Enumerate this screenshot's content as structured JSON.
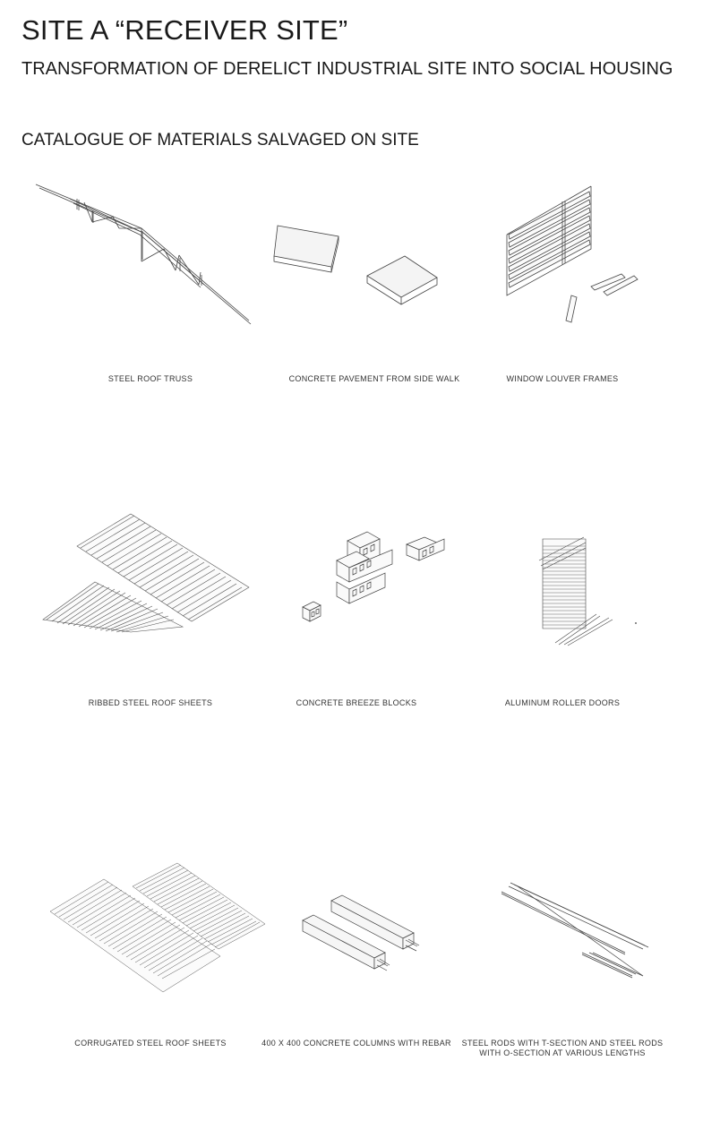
{
  "header": {
    "title": "SITE A  “RECEIVER SITE”",
    "subtitle": "TRANSFORMATION OF DERELICT  INDUSTRIAL SITE INTO SOCIAL HOUSING",
    "section": "CATALOGUE OF MATERIALS SALVAGED ON SITE"
  },
  "catalogue": {
    "items": [
      {
        "caption": "STEEL ROOF TRUSS",
        "icon": "steel-roof-truss-icon"
      },
      {
        "caption": "CONCRETE PAVEMENT FROM SIDE WALK",
        "icon": "concrete-pavement-icon"
      },
      {
        "caption": "WINDOW LOUVER FRAMES",
        "icon": "window-louver-frames-icon"
      },
      {
        "caption": "RIBBED STEEL ROOF SHEETS",
        "icon": "ribbed-steel-roof-sheets-icon"
      },
      {
        "caption": "CONCRETE BREEZE BLOCKS",
        "icon": "concrete-breeze-blocks-icon"
      },
      {
        "caption": "ALUMINUM ROLLER DOORS",
        "icon": "aluminum-roller-doors-icon"
      },
      {
        "caption": "CORRUGATED STEEL ROOF SHEETS",
        "icon": "corrugated-steel-roof-sheets-icon"
      },
      {
        "caption": "400 X 400 CONCRETE COLUMNS WITH REBAR",
        "icon": "concrete-columns-icon"
      },
      {
        "caption": "STEEL RODS WITH T-SECTION AND STEEL RODS WITH O-SECTION AT VARIOUS LENGTHS",
        "icon": "steel-rods-icon"
      }
    ]
  }
}
